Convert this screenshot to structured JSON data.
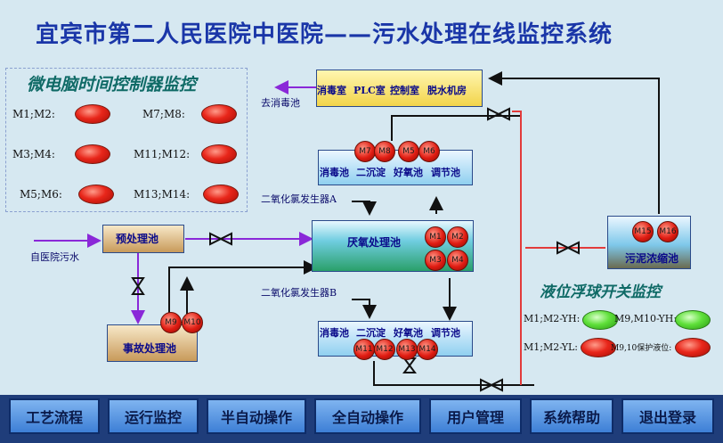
{
  "title": "宜宾市第二人民医院中医院——污水处理在线监控系统",
  "micro_panel": {
    "title": "微电脑时间控制器监控",
    "items": [
      {
        "label": "M1;M2:",
        "state": "red"
      },
      {
        "label": "M7;M8:",
        "state": "red"
      },
      {
        "label": "M3;M4:",
        "state": "red"
      },
      {
        "label": "M11;M12:",
        "state": "red"
      },
      {
        "label": "M5;M6:",
        "state": "red"
      },
      {
        "label": "M13;M14:",
        "state": "red"
      }
    ]
  },
  "process": {
    "building_rooms": [
      "消毒室",
      "PLC室",
      "控制室",
      "脱水机房"
    ],
    "to_disinfection": "去消毒池",
    "tank_row1": [
      "消毒池",
      "二沉淀",
      "好氧池",
      "调节池"
    ],
    "clo2_a": "二氧化氯发生器A",
    "anaerobic": "厌氧处理池",
    "clo2_b": "二氧化氯发生器B",
    "tank_row2": [
      "消毒池",
      "二沉淀",
      "好氧池",
      "调节池"
    ],
    "pretreat": "预处理池",
    "inlet": "自医院污水",
    "accident": "事故处理池",
    "sludge": "污泥浓缩池",
    "motors_row1": [
      "M7",
      "M8",
      "M5",
      "M6"
    ],
    "motors_anaerobic": [
      "M1",
      "M2",
      "M3",
      "M4"
    ],
    "motors_accident": [
      "M9",
      "M10"
    ],
    "motors_row2": [
      "M11",
      "M12",
      "M13",
      "M14"
    ],
    "motors_sludge": [
      "M15",
      "M16"
    ]
  },
  "float_panel": {
    "title": "液位浮球开关监控",
    "row1": {
      "a": "M1;M2-YH:",
      "b": "M9,M10-YH:"
    },
    "row2": {
      "a": "M1;M2-YL:",
      "b": "M9,10保护液位:"
    }
  },
  "nav": [
    "工艺流程",
    "运行监控",
    "半自动操作",
    "全自动操作",
    "用户管理",
    "系统帮助",
    "退出登录"
  ]
}
